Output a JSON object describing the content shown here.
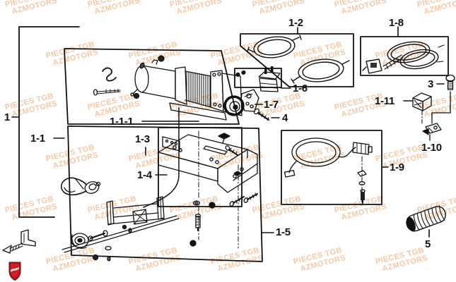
{
  "watermark": {
    "line1": "PIECES TGB",
    "line2": "AZMOTORS",
    "color": "#f3bf93"
  },
  "logo": {
    "name": "AZMotors shield logo",
    "primary_color": "#cf2027",
    "border_color": "#6d0d10"
  },
  "diagram": {
    "line_color": "#111111",
    "callouts": {
      "n1": "1",
      "n1_1": "1-1",
      "n1_1_1": "1-1-1",
      "n1_2": "1-2",
      "n1_3": "1-3",
      "n1_4": "1-4",
      "n1_5": "1-5",
      "n1_6": "1-6",
      "n1_7": "1-7",
      "n1_8": "1-8",
      "n1_9": "1-9",
      "n1_10": "1-10",
      "n1_11": "1-11",
      "n3": "3",
      "n4": "4",
      "n5": "5"
    }
  }
}
